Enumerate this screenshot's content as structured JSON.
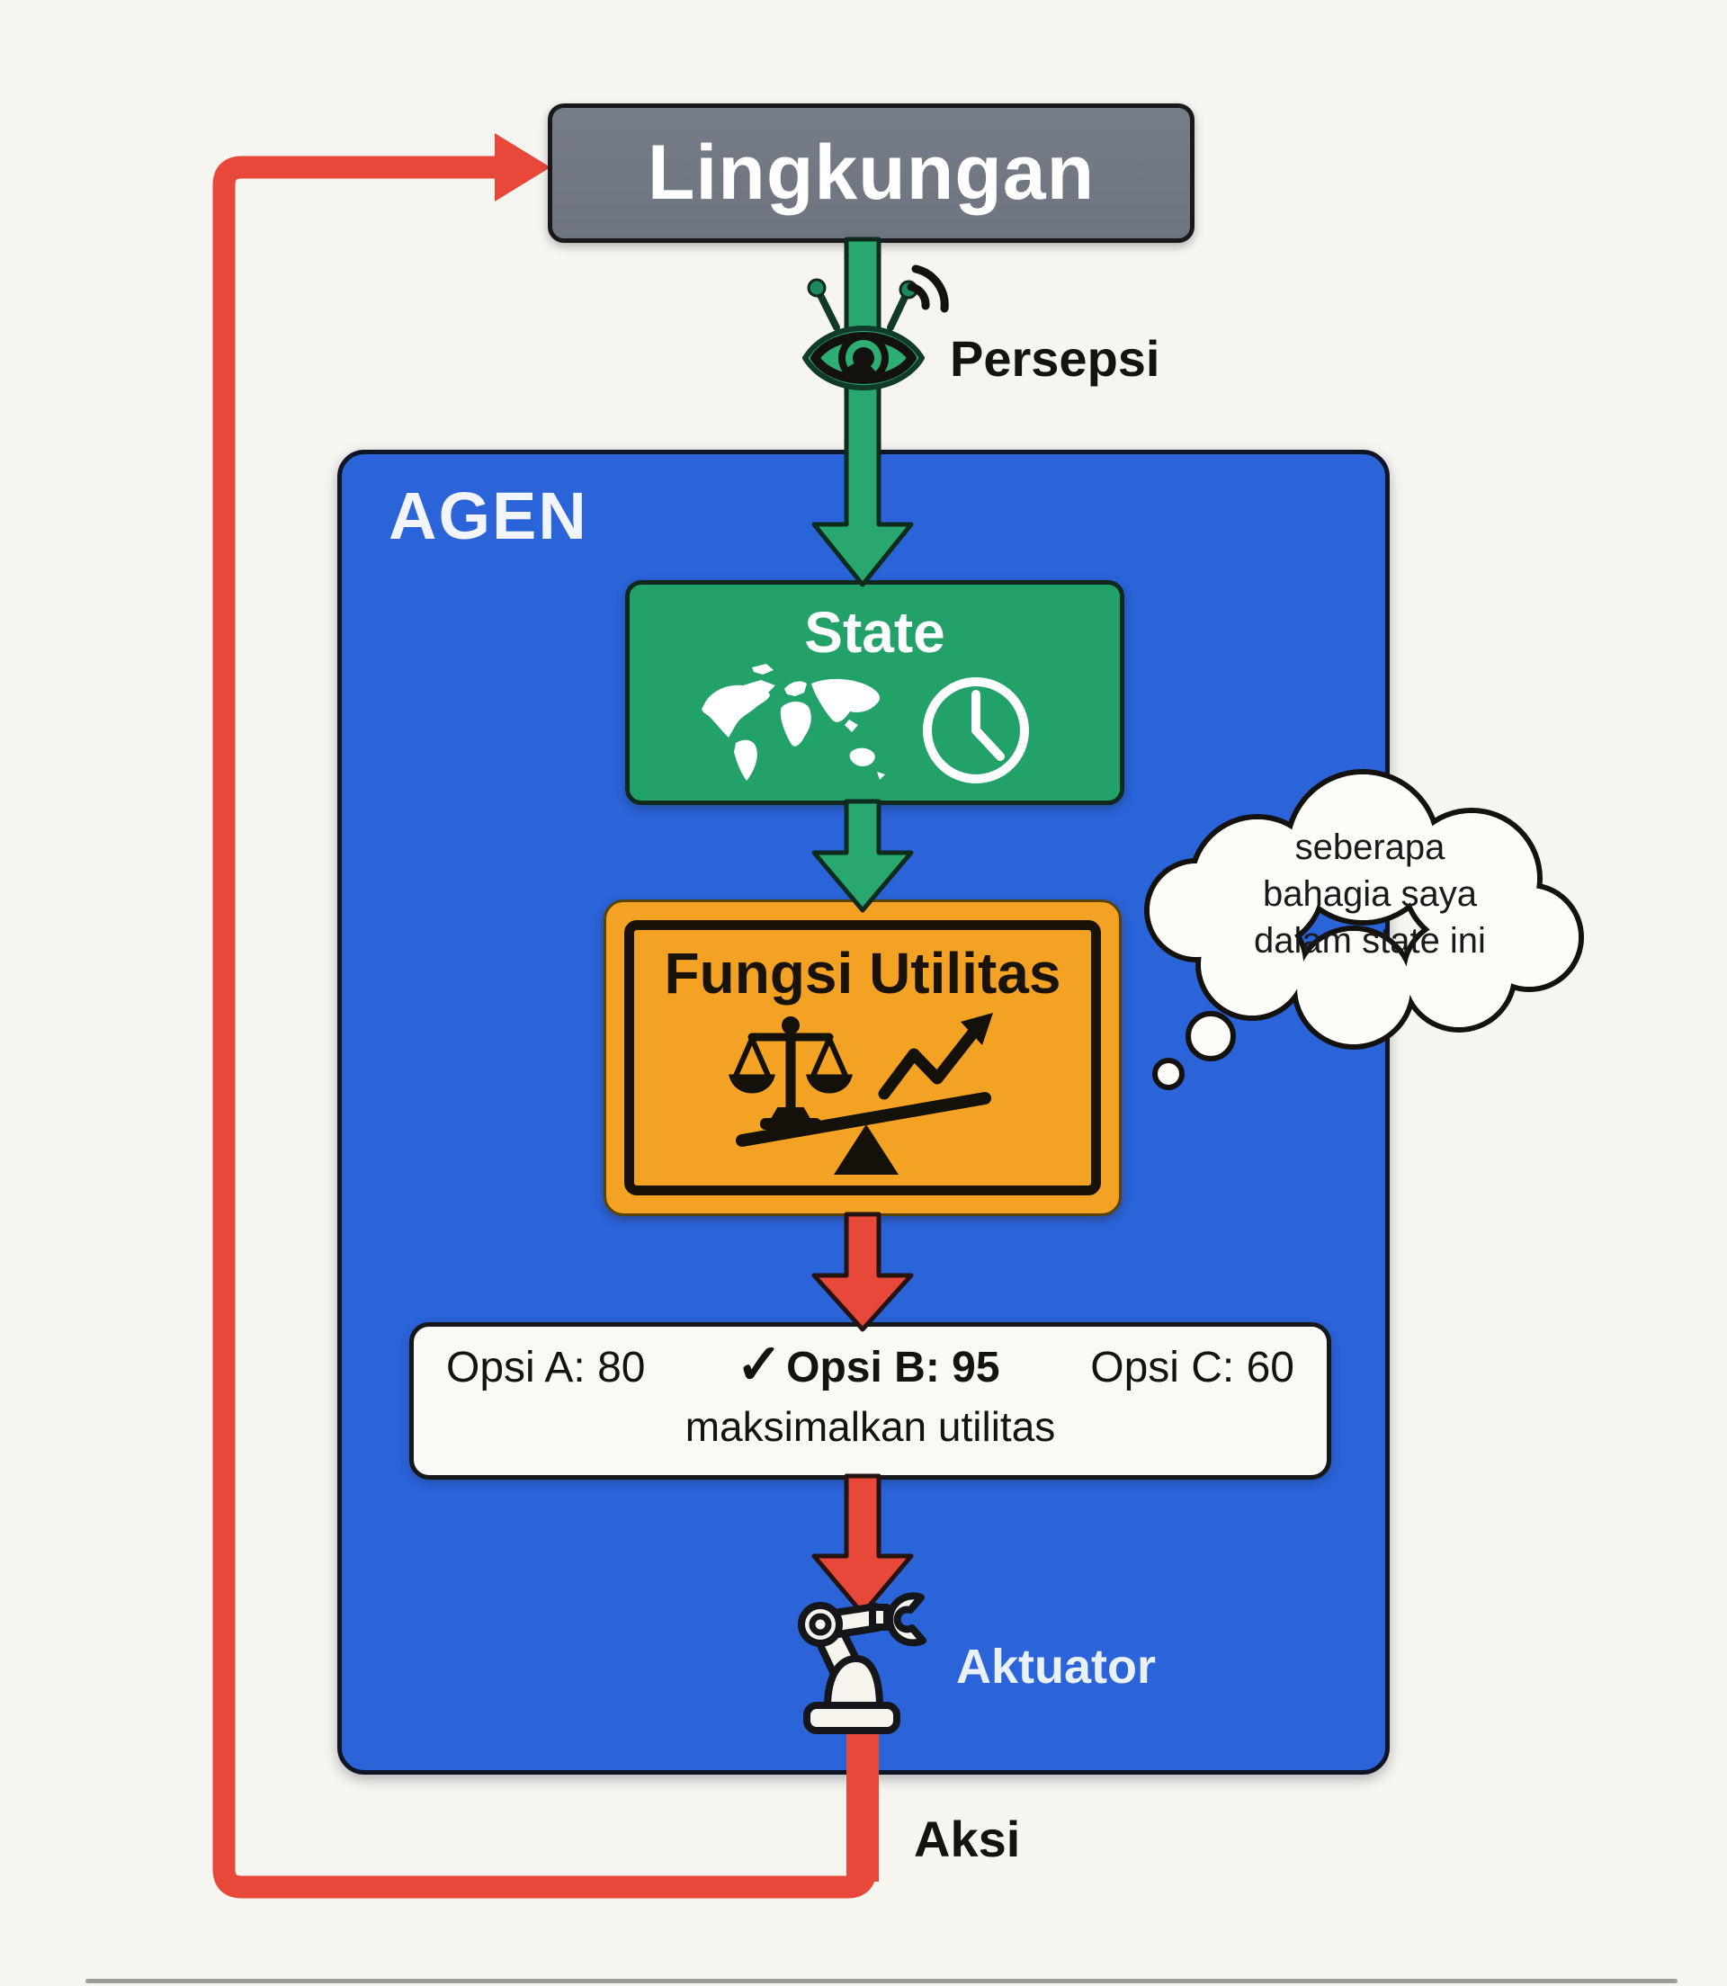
{
  "colors": {
    "bg": "#f7f5f0",
    "env-fill": "#6d7480",
    "env-border": "#17191d",
    "env-text": "#ffffff",
    "agent-fill": "#2b63d9",
    "agent-border": "#0d1526",
    "agent-text": "#f2f6fc",
    "state-fill": "#22a169",
    "state-border": "#102a1d",
    "utility-fill": "#f3a224",
    "utility-frame": "#181208",
    "panel-fill": "#fbf9f4",
    "panel-border": "#15171b",
    "arrow-green": "#28a76e",
    "arrow-green-edge": "#0e2c1d",
    "arrow-red": "#e8483a",
    "ink": "#15130f",
    "bubble-fill": "#fdfcf8"
  },
  "environment": {
    "label": "Lingkungan"
  },
  "perception": {
    "label": "Persepsi",
    "icon": "eye-sensor-icon"
  },
  "agent": {
    "label": "AGEN"
  },
  "state": {
    "label": "State",
    "icons": [
      "world-map-icon",
      "clock-icon"
    ]
  },
  "utility": {
    "label": "Fungsi Utilitas",
    "icons": [
      "balance-scale-icon",
      "growth-arrow-icon",
      "seesaw-icon"
    ]
  },
  "thought_bubble": {
    "lines": [
      "seberapa",
      "bahagia saya",
      "dalam state ini"
    ]
  },
  "options": {
    "check_glyph": "✓",
    "items": [
      {
        "label": "Opsi A: 80",
        "selected": false
      },
      {
        "label": "Opsi B: 95",
        "selected": true
      },
      {
        "label": "Opsi C: 60",
        "selected": false
      }
    ],
    "caption": "maksimalkan utilitas"
  },
  "actuator": {
    "label": "Aktuator",
    "icon": "robot-arm-icon"
  },
  "action": {
    "label": "Aksi"
  }
}
